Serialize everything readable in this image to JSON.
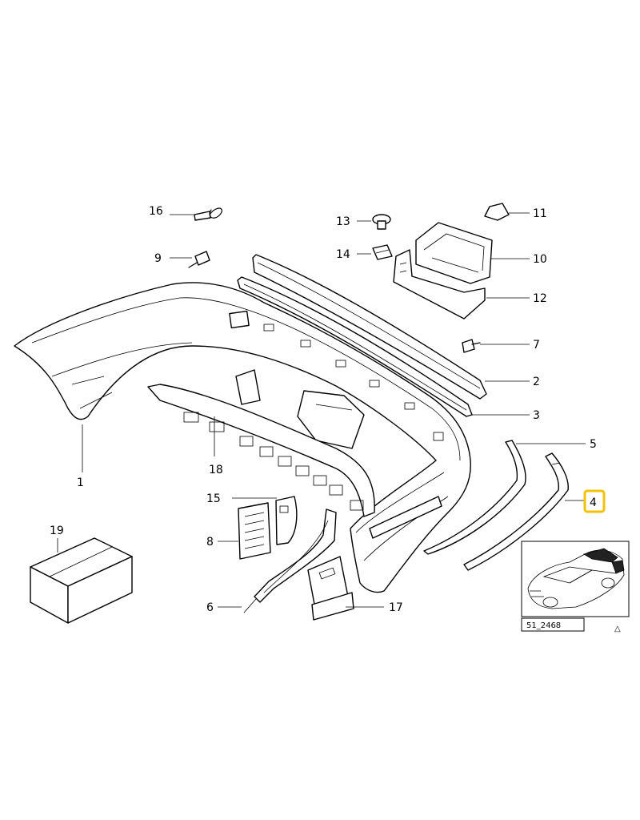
{
  "callouts": {
    "c1": "1",
    "c2": "2",
    "c3": "3",
    "c4": "4",
    "c5": "5",
    "c6": "6",
    "c7": "7",
    "c8": "8",
    "c9": "9",
    "c10": "10",
    "c11": "11",
    "c12": "12",
    "c13": "13",
    "c14": "14",
    "c15": "15",
    "c16": "16",
    "c17": "17",
    "c18": "18",
    "c19": "19"
  },
  "highlighted_callout": "4",
  "highlight_color": "#f2c200",
  "reference_code": "51_2468",
  "reference_symbol": "△"
}
